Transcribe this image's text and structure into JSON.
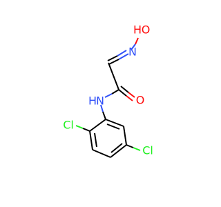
{
  "molecule": {
    "atoms": {
      "hydroxyl_h": "H",
      "hydroxyl_o": "O",
      "oxime_n": "N",
      "carbonyl_o": "O",
      "amide_n": "N",
      "amide_h": "H",
      "cl_ortho": "Cl",
      "cl_meta": "Cl"
    },
    "colors": {
      "carbon": "#000000",
      "nitrogen": "#3050F8",
      "oxygen": "#FF0D0D",
      "chlorine": "#1FF01F"
    }
  }
}
